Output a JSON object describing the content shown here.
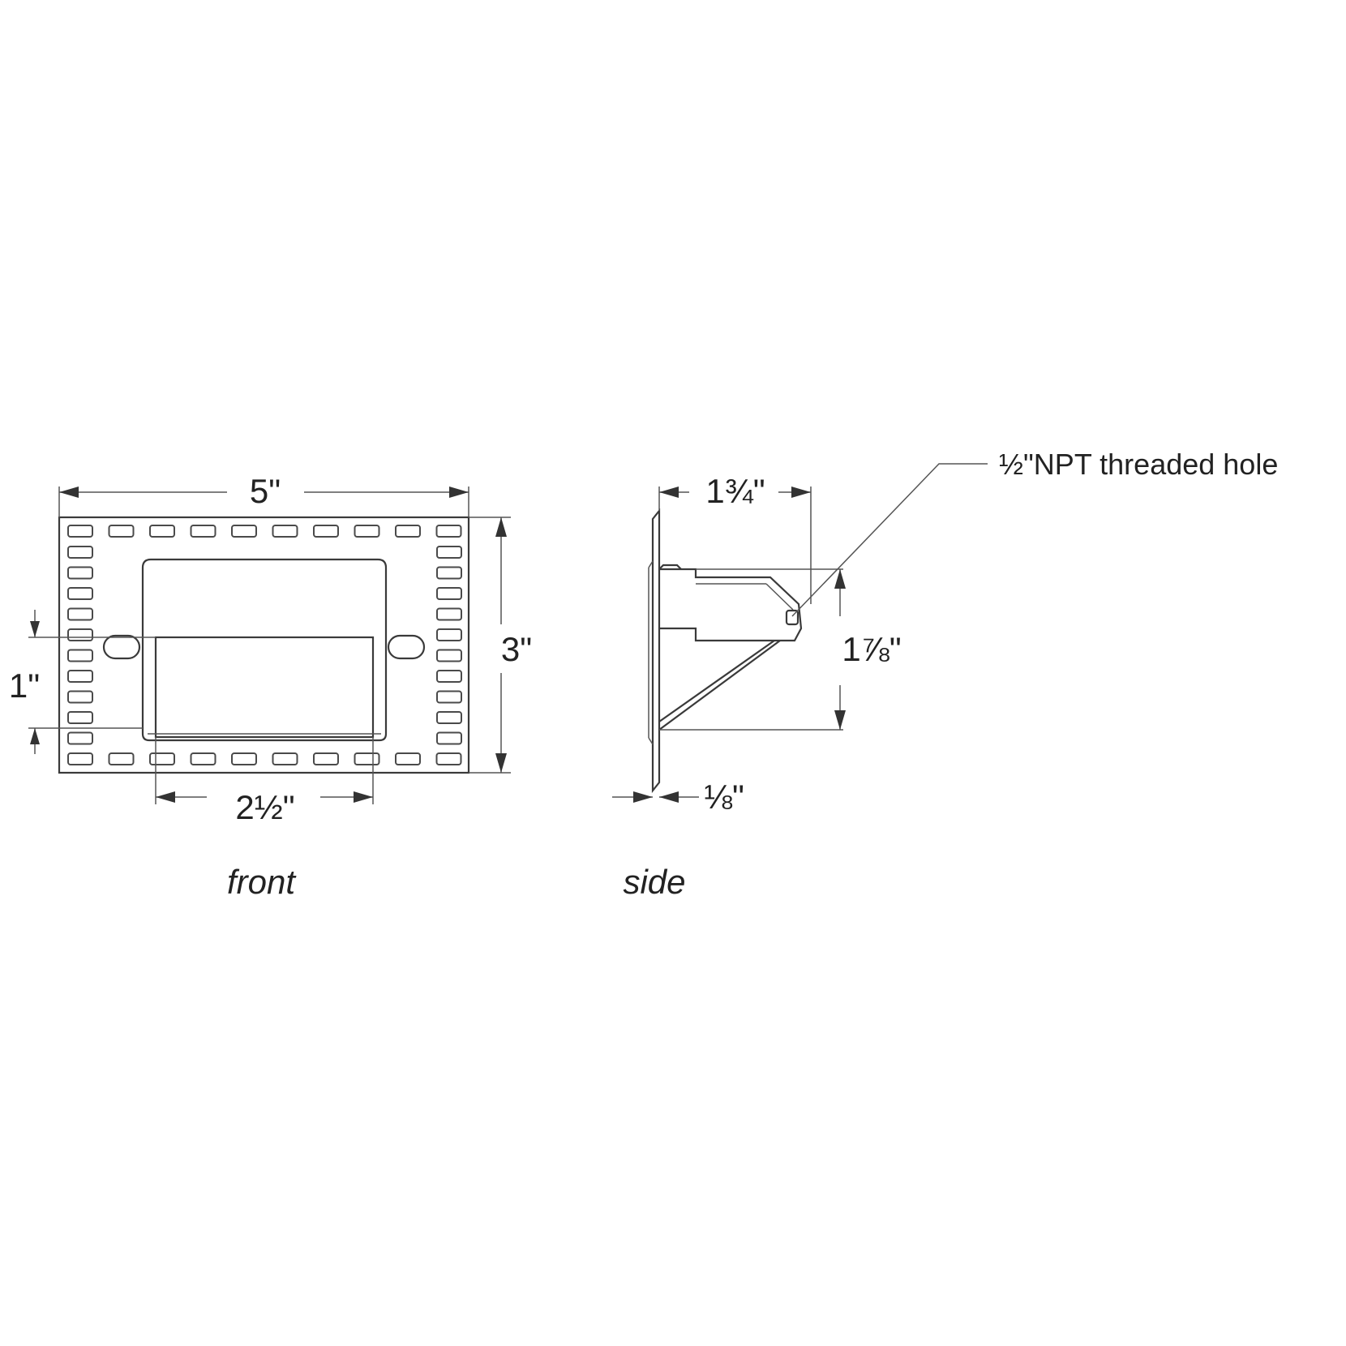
{
  "dimensions": {
    "front_width": "5\"",
    "front_height": "3\"",
    "front_slot_offset": "1\"",
    "front_opening_width": "2½\"",
    "side_depth": "1¾\"",
    "side_height": "1⅞\"",
    "side_plate_thickness": "⅛\""
  },
  "callouts": {
    "threaded_hole": "½\"NPT threaded hole"
  },
  "views": {
    "front": "front",
    "side": "side"
  },
  "colors": {
    "line": "#3a3a3a",
    "text": "#222222"
  }
}
